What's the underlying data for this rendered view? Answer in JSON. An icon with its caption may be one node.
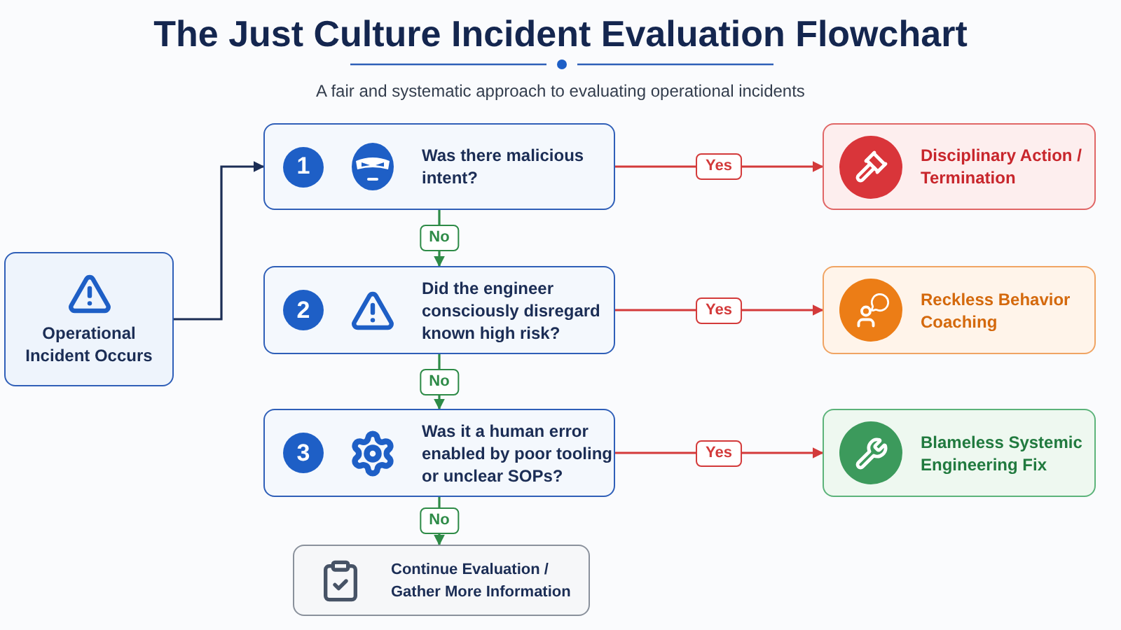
{
  "diagram": {
    "title": "The Just Culture Incident Evaluation Flowchart",
    "nodes": [
      {
        "text": [
          "Operational Incident Occurs"
        ]
      },
      {
        "text": [
          "1",
          "Was there malicious intent?"
        ]
      },
      {
        "text": [
          "2",
          "Did the engineer consciously disregard known high risk?"
        ]
      },
      {
        "text": [
          "3",
          "Was it a human error enabled by poor tooling or unclear SOPs?"
        ]
      },
      {
        "text": [
          "Continue Evaluation / Gather More Information"
        ]
      },
      {
        "text": [
          "Disciplinary Action / Termination"
        ]
      },
      {
        "text": [
          "Reckless Behavior Coaching"
        ]
      },
      {
        "text": [
          "Blameless Systemic Engineering Fix"
        ]
      }
    ],
    "edges": [
      {
        "from": 0,
        "to": 1,
        "arrow": "to",
        "color": "#1b2d55"
      },
      {
        "from": 1,
        "to": 2,
        "arrow": "to",
        "label": "No",
        "color": "#2e8b47"
      },
      {
        "from": 2,
        "to": 3,
        "arrow": "to",
        "label": "No",
        "color": "#2e8b47"
      },
      {
        "from": 3,
        "to": 4,
        "arrow": "to",
        "label": "No",
        "color": "#2e8b47"
      },
      {
        "from": 1,
        "to": 5,
        "arrow": "to",
        "label": "Yes",
        "color": "#d33a3a"
      },
      {
        "from": 2,
        "to": 6,
        "arrow": "to",
        "label": "Yes",
        "color": "#d33a3a"
      },
      {
        "from": 3,
        "to": 7,
        "arrow": "to",
        "label": "Yes",
        "color": "#d33a3a"
      }
    ],
    "labels": [
      "A fair and systematic approach to evaluating operational incidents"
    ]
  }
}
